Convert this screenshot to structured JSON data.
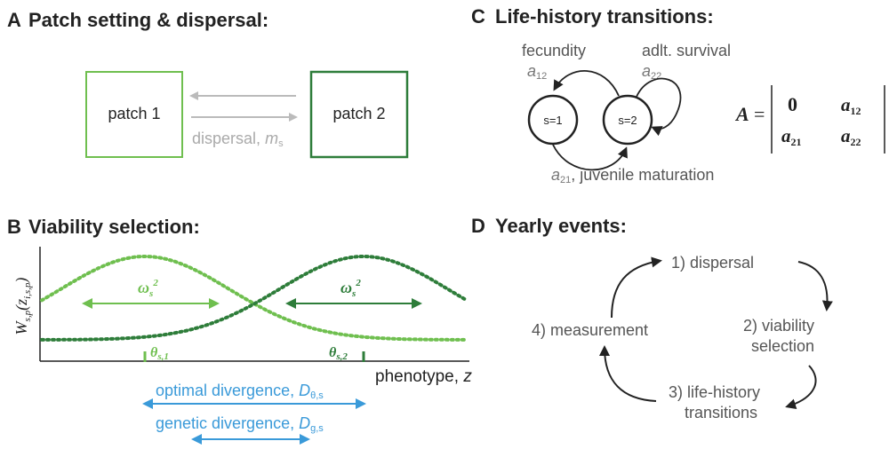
{
  "panelA": {
    "letter": "A",
    "title": "Patch setting & dispersal:",
    "patch1": "patch 1",
    "patch2": "patch 2",
    "dispersal": "dispersal,",
    "m_sym": "m",
    "m_sub": "s"
  },
  "panelB": {
    "letter": "B",
    "title": "Viability selection:",
    "y_W": "W",
    "y_sub": "s,p",
    "y_paren_open": "(z",
    "y_paren_sub": "i,s,p",
    "y_paren_close": ")",
    "omega": "ω",
    "omega_sub": "s",
    "omega_sup": "2",
    "theta": "θ",
    "theta1_sub": "s,1",
    "theta2_sub": "s,2",
    "xlabel": "phenotype,",
    "xlabel_z": "z",
    "opt_div": "optimal divergence,",
    "opt_D": "D",
    "opt_D_sub": "θ,s",
    "gen_div": "genetic divergence,",
    "gen_D": "D",
    "gen_D_sub": "g,s",
    "colors": {
      "patch1": "#6fbf4f",
      "patch2": "#2e7d3a",
      "divergence": "#3a9ad9"
    }
  },
  "panelC": {
    "letter": "C",
    "title": "Life-history transitions:",
    "fecundity": "fecundity",
    "a12": "a",
    "a12_sub": "12",
    "survival": "adlt. survival",
    "a22": "a",
    "a22_sub": "22",
    "state1": "s=1",
    "state2": "s=2",
    "a21": "a",
    "a21_sub": "21",
    "maturation": ",  juvenile maturation",
    "matrix_A": "A",
    "matrix_eq": "=",
    "m11": "0",
    "m12": "a",
    "m12_sub": "12",
    "m21": "a",
    "m21_sub": "21",
    "m22": "a",
    "m22_sub": "22"
  },
  "panelD": {
    "letter": "D",
    "title": "Yearly events:",
    "e1": "1) dispersal",
    "e2a": "2) viability",
    "e2b": "selection",
    "e3a": "3) life-history",
    "e3b": "transitions",
    "e4": "4) measurement"
  }
}
